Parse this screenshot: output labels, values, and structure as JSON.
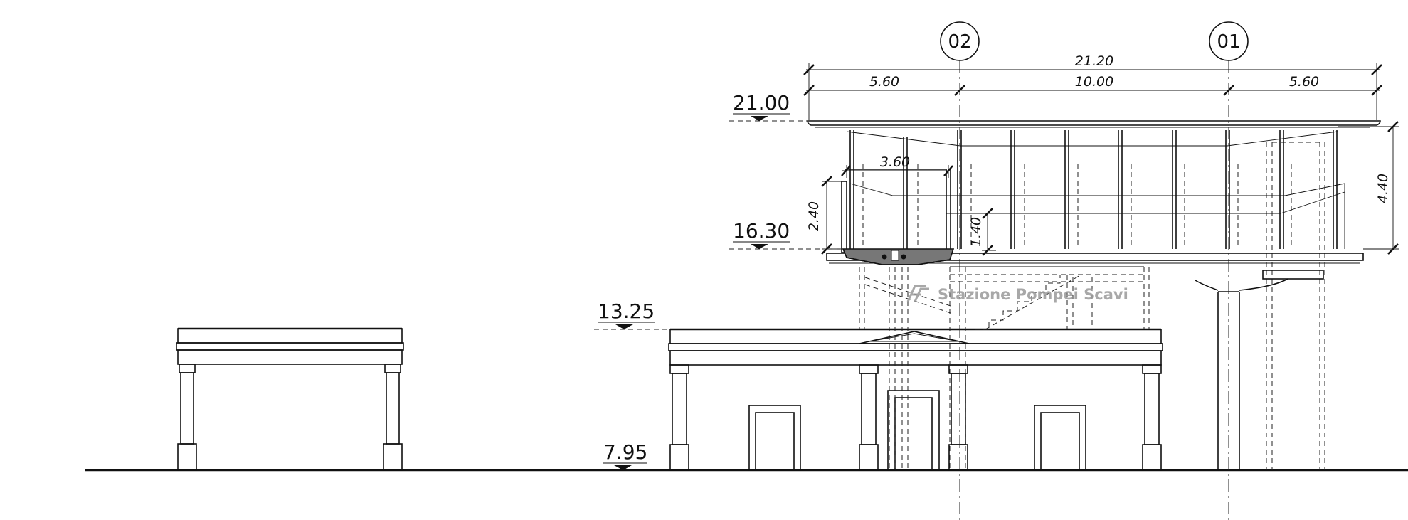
{
  "levels": {
    "l21": "21.00",
    "l1630": "16.30",
    "l1325": "13.25",
    "l795": "7.95"
  },
  "dimensions": {
    "total": "21.20",
    "left": "5.60",
    "mid": "10.00",
    "right": "5.60",
    "balcony_width": "3.60",
    "balcony_height": "2.40",
    "parapet_height": "1.40",
    "canopy_height": "4.40"
  },
  "grid_axes": {
    "a02": "02",
    "a01": "01"
  },
  "watermark": {
    "text": "Stazione Pompei Scavi"
  }
}
